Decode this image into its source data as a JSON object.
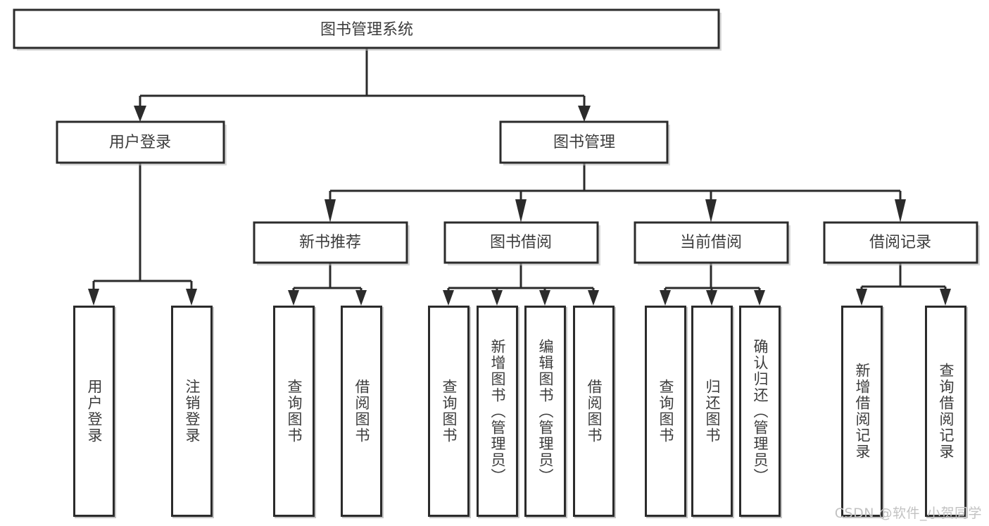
{
  "diagram": {
    "type": "hierarchy-tree",
    "title": "图书管理系统",
    "watermark": "CSDN @软件_小贺同学",
    "colors": {
      "stroke": "#2b2b2b",
      "fill": "#ffffff",
      "text": "#3c3c3c",
      "watermark": "#c2c2c2"
    },
    "levels": {
      "root": {
        "label": "图书管理系统"
      },
      "level2": [
        {
          "label": "用户登录"
        },
        {
          "label": "图书管理"
        }
      ],
      "level3": [
        {
          "label": "新书推荐"
        },
        {
          "label": "图书借阅"
        },
        {
          "label": "当前借阅"
        },
        {
          "label": "借阅记录"
        }
      ],
      "leaves": {
        "user_login_children": [
          {
            "label": "用户登录"
          },
          {
            "label": "注销登录"
          }
        ],
        "new_book_children": [
          {
            "label": "查询图书"
          },
          {
            "label": "借阅图书"
          }
        ],
        "book_borrow_children": [
          {
            "label": "查询图书"
          },
          {
            "label": "新增图书（管理员）"
          },
          {
            "label": "编辑图书（管理员）"
          },
          {
            "label": "借阅图书"
          }
        ],
        "current_borrow_children": [
          {
            "label": "查询图书"
          },
          {
            "label": "归还图书"
          },
          {
            "label": "确认归还（管理员）"
          }
        ],
        "borrow_record_children": [
          {
            "label": "新增借阅记录"
          },
          {
            "label": "查询借阅记录"
          }
        ]
      }
    }
  }
}
